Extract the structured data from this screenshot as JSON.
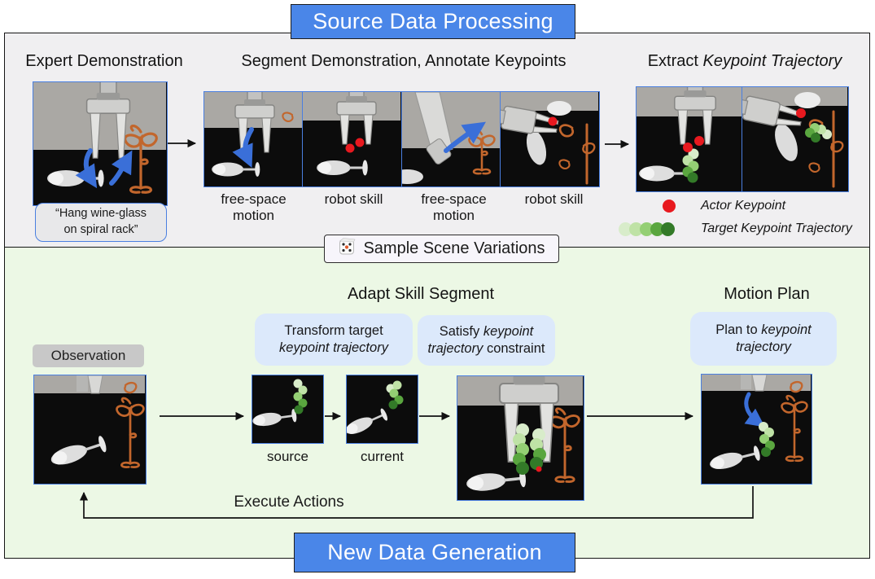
{
  "banners": {
    "source": "Source Data Processing",
    "generation": "New Data Generation"
  },
  "expert": {
    "heading": "Expert Demonstration",
    "caption_line1": "“Hang wine-glass",
    "caption_line2": "on spiral rack”"
  },
  "segment": {
    "heading": "Segment Demonstration, Annotate Keypoints",
    "panel_labels": [
      "free-space motion",
      "robot skill",
      "free-space motion",
      "robot skill"
    ]
  },
  "extract": {
    "heading_prefix": "Extract ",
    "heading_italic": "Keypoint Trajectory",
    "legend": {
      "actor": "Actor Keypoint",
      "target": "Target Keypoint Trajectory"
    }
  },
  "sample": {
    "label": "Sample Scene Variations"
  },
  "generation": {
    "adapt_heading": "Adapt Skill Segment",
    "motion_heading": "Motion Plan",
    "observation": "Observation",
    "transform": {
      "normal": "Transform target ",
      "italic": "keypoint trajectory"
    },
    "satisfy": {
      "prefix": "Satisfy ",
      "italic": "keypoint trajectory",
      "suffix": " constraint"
    },
    "plan": {
      "prefix": "Plan to ",
      "italic": "keypoint trajectory"
    },
    "source_label": "source",
    "current_label": "current",
    "execute": "Execute Actions"
  },
  "icons": {
    "dice-icon": "🎲"
  },
  "colors": {
    "banner_blue": "#4a86e8",
    "panel_border_blue": "#4a7fe0",
    "section_gray_bg": "#f0eff1",
    "section_green_bg": "#ecf8e5",
    "label_box_blue": "#dce9fb",
    "observation_gray": "#c8c8c8",
    "actor_keypoint_red": "#e8191f",
    "trajectory_greens": [
      "#d8ecca",
      "#bfe2a6",
      "#94cf74",
      "#5aa63f",
      "#337a28"
    ],
    "arrow_blue": "#3a6fd8",
    "rack_orange": "#c2662c"
  }
}
